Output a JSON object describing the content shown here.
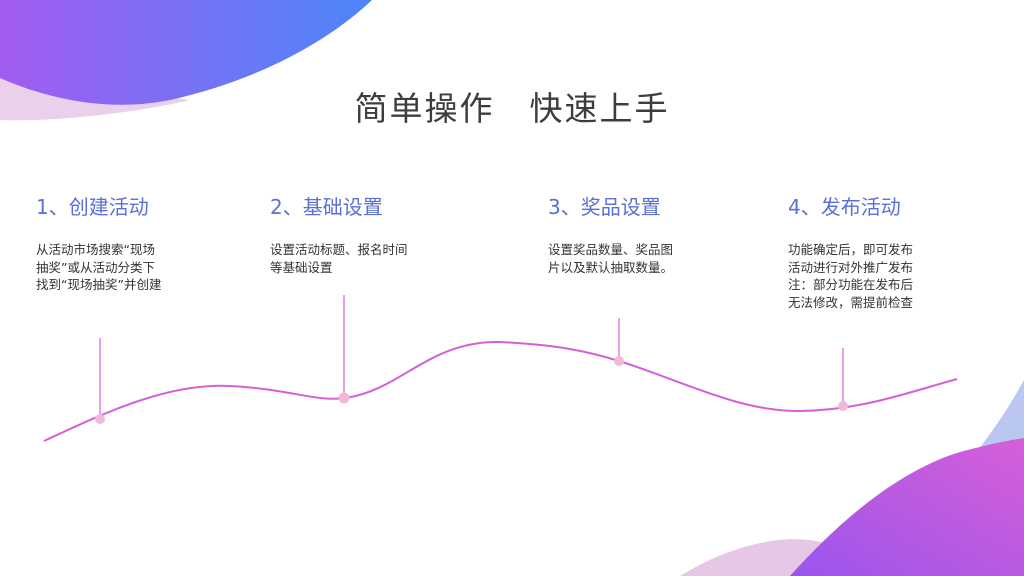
{
  "title": "简单操作　快速上手",
  "steps": [
    {
      "title": "1、创建活动",
      "desc": "从活动市场搜索“现场抽奖”或从活动分类下找到“现场抽奖”并创建"
    },
    {
      "title": "2、基础设置",
      "desc": "设置活动标题、报名时间等基础设置"
    },
    {
      "title": "3、奖品设置",
      "desc": "设置奖品数量、奖品图片以及默认抽取数量。"
    },
    {
      "title": "4、发布活动",
      "desc": "功能确定后，即可发布活动进行对外推广发布注：部分功能在发布后无法修改，需提前检查"
    }
  ],
  "colors": {
    "accent": "#5b6fd6",
    "curve": "#d65fd8",
    "marker": "#f2b8d8",
    "text": "#333333"
  }
}
